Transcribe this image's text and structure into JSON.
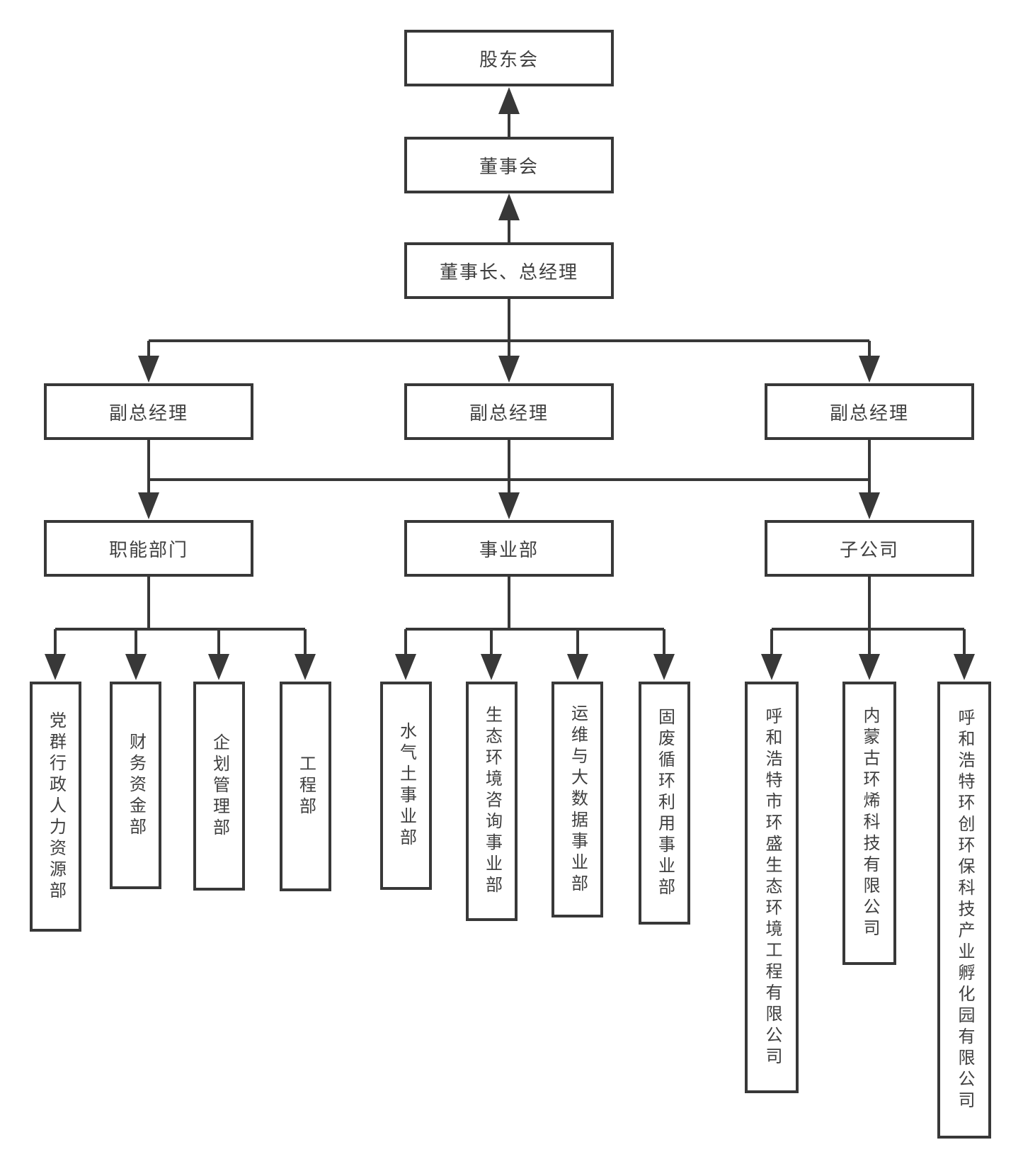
{
  "org_chart": {
    "nodes": {
      "shareholders_meeting": {
        "label": "股东会"
      },
      "board_of_directors": {
        "label": "董事会"
      },
      "chairman_general_manager": {
        "label": "董事长、总经理"
      },
      "deputy_gm_left": {
        "label": "副总经理"
      },
      "deputy_gm_middle": {
        "label": "副总经理"
      },
      "deputy_gm_right": {
        "label": "副总经理"
      },
      "functional_departments_header": {
        "label": "职能部门"
      },
      "business_divisions_header": {
        "label": "事业部"
      },
      "subsidiaries_header": {
        "label": "子公司"
      }
    },
    "functional_departments": [
      {
        "label": "党群行政人力资源部"
      },
      {
        "label": "财务资金部"
      },
      {
        "label": "企划管理部"
      },
      {
        "label": "工程部"
      }
    ],
    "business_divisions": [
      {
        "label": "水气土事业部"
      },
      {
        "label": "生态环境咨询事业部"
      },
      {
        "label": "运维与大数据事业部"
      },
      {
        "label": "固废循环利用事业部"
      }
    ],
    "subsidiaries": [
      {
        "label": "呼和浩特市环盛生态环境工程有限公司"
      },
      {
        "label": "内蒙古环烯科技有限公司"
      },
      {
        "label": "呼和浩特环创环保科技产业孵化园有限公司"
      }
    ],
    "colors": {
      "line": "#383838",
      "text": "#404040",
      "background": "#ffffff"
    }
  }
}
